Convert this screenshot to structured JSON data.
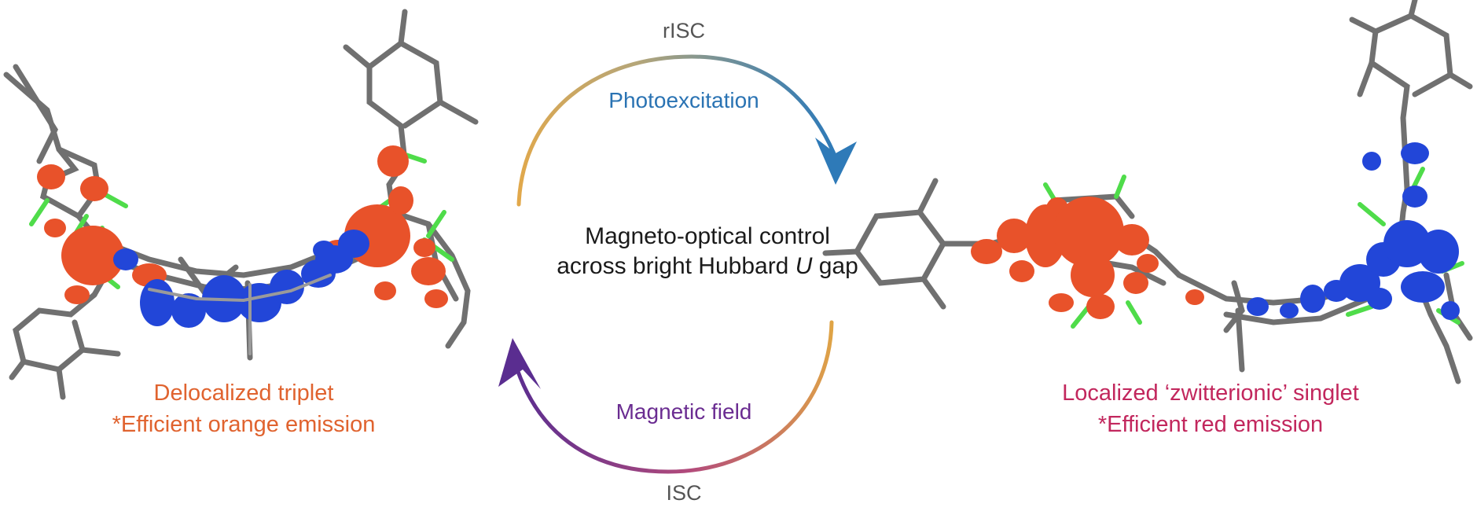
{
  "labels": {
    "risc": "rISC",
    "isc": "ISC",
    "photoexcitation": "Photoexcitation",
    "magnetic_field": "Magnetic field",
    "center_line1": "Magneto-optical control",
    "center_line2_prefix": "across bright Hubbard ",
    "center_line2_var": "U",
    "center_line2_suffix": " gap"
  },
  "left_molecule": {
    "caption_line1": "Delocalized triplet",
    "caption_line2": "*Efficient orange emission"
  },
  "right_molecule": {
    "caption_line1": "Localized ‘zwitterionic’ singlet",
    "caption_line2": "*Efficient red emission"
  },
  "colors": {
    "orange_text": "#e0632f",
    "crimson_text": "#c2275d",
    "blue_text": "#2a73b3",
    "purple_text": "#6a2c91",
    "gray_text": "#555555",
    "orbital_orange": "#e8522a",
    "orbital_blue": "#2246d8",
    "bond_gray": "#707070",
    "fluorine_green": "#4fdc4a",
    "arc_gold": "#d9a53c",
    "arc_blue": "#2e7ab8",
    "arc_purple": "#5a2d90"
  },
  "icons": {
    "top_arrow": "curved-arrow-clockwise-icon",
    "bottom_arrow": "curved-arrow-return-icon"
  }
}
